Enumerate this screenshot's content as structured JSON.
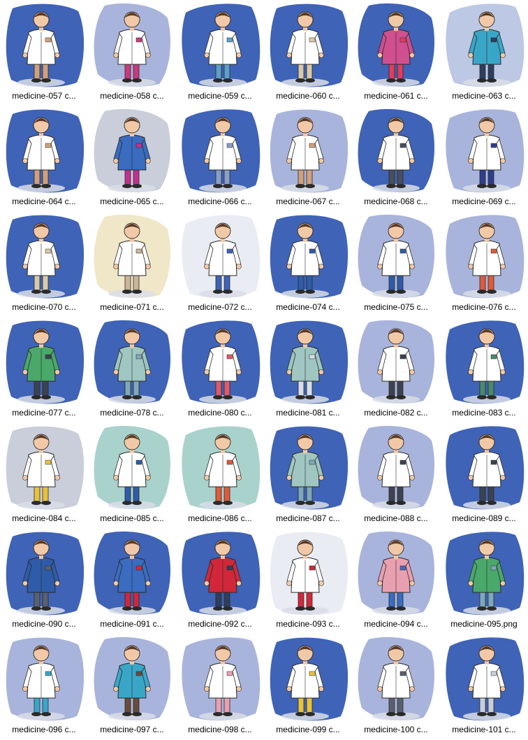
{
  "gallery": {
    "items": [
      {
        "label": "medicine-057 c...",
        "icon": "doctor-bandaging-patient-icon",
        "bg": "#3f63b6",
        "coat": "#ffffff",
        "accent": "#d1a07a"
      },
      {
        "label": "medicine-058 c...",
        "icon": "doctor-with-folder-icon",
        "bg": "#a9b4dc",
        "coat": "#ffffff",
        "accent": "#c93a7a"
      },
      {
        "label": "medicine-059 c...",
        "icon": "pharmacist-with-bottles-icon",
        "bg": "#3f63b6",
        "coat": "#ffffff",
        "accent": "#5aa0c8"
      },
      {
        "label": "medicine-060 c...",
        "icon": "doctor-with-skeleton-icon",
        "bg": "#3f63b6",
        "coat": "#ffffff",
        "accent": "#d8c9a8"
      },
      {
        "label": "medicine-061 c...",
        "icon": "elderly-woman-with-medicine-icon",
        "bg": "#3f63b6",
        "coat": "#cf4f8f",
        "accent": "#e23c5a"
      },
      {
        "label": "medicine-063 c...",
        "icon": "patient-bandaged-arm-icon",
        "bg": "#bcc8e4",
        "coat": "#3aa6c7",
        "accent": "#2f3e5c"
      },
      {
        "label": "medicine-064 c...",
        "icon": "doctor-injecting-patient-icon",
        "bg": "#3f63b6",
        "coat": "#ffffff",
        "accent": "#d1a07a"
      },
      {
        "label": "medicine-065 c...",
        "icon": "patient-being-helped-icon",
        "bg": "#c9ceda",
        "coat": "#3a6cc0",
        "accent": "#c42f8f"
      },
      {
        "label": "medicine-066 c...",
        "icon": "doctors-consulting-icon",
        "bg": "#3f63b6",
        "coat": "#ffffff",
        "accent": "#8aa0c8"
      },
      {
        "label": "medicine-067 c...",
        "icon": "doctor-with-stethoscope-icon",
        "bg": "#a9b4dc",
        "coat": "#ffffff",
        "accent": "#d1a07a"
      },
      {
        "label": "medicine-068 c...",
        "icon": "nurse-at-desk-icon",
        "bg": "#3f63b6",
        "coat": "#ffffff",
        "accent": "#4a4f5c"
      },
      {
        "label": "medicine-069 c...",
        "icon": "female-doctor-standing-icon",
        "bg": "#a9b4dc",
        "coat": "#ffffff",
        "accent": "#2f3e8c"
      },
      {
        "label": "medicine-070 c...",
        "icon": "doctor-with-skull-icon",
        "bg": "#3f63b6",
        "coat": "#ffffff",
        "accent": "#d8c9a8"
      },
      {
        "label": "medicine-071 c...",
        "icon": "doctor-with-anatomy-chart-icon",
        "bg": "#f0e6c8",
        "coat": "#ffffff",
        "accent": "#c9b59a"
      },
      {
        "label": "medicine-072 c...",
        "icon": "first-aid-scene-icon",
        "bg": "#e9ecf3",
        "coat": "#ffffff",
        "accent": "#3f63b6"
      },
      {
        "label": "medicine-074 c...",
        "icon": "nurse-taking-blood-pressure-icon",
        "bg": "#3f63b6",
        "coat": "#ffffff",
        "accent": "#2f5ca8"
      },
      {
        "label": "medicine-075 c...",
        "icon": "nurse-with-seated-patient-icon",
        "bg": "#a9b4dc",
        "coat": "#ffffff",
        "accent": "#2f5ca8"
      },
      {
        "label": "medicine-076 c...",
        "icon": "nurse-with-syringe-icon",
        "bg": "#a9b4dc",
        "coat": "#ffffff",
        "accent": "#e05a3a"
      },
      {
        "label": "medicine-077 c...",
        "icon": "surgeon-with-patient-icon",
        "bg": "#3f63b6",
        "coat": "#4aa86a",
        "accent": "#3d4250"
      },
      {
        "label": "medicine-078 c...",
        "icon": "surgeons-in-scrubs-icon",
        "bg": "#3f63b6",
        "coat": "#9fc6c0",
        "accent": "#7fa8b8"
      },
      {
        "label": "medicine-080 c...",
        "icon": "doctor-viewing-xray-icon",
        "bg": "#3f63b6",
        "coat": "#ffffff",
        "accent": "#e05a6a"
      },
      {
        "label": "medicine-081 c...",
        "icon": "surgical-team-icon",
        "bg": "#3f63b6",
        "coat": "#9fc6c0",
        "accent": "#d8dde6"
      },
      {
        "label": "medicine-082 c...",
        "icon": "doctor-walking-icon",
        "bg": "#a9b4dc",
        "coat": "#ffffff",
        "accent": "#3d4250"
      },
      {
        "label": "medicine-083 c...",
        "icon": "nurse-at-bedside-icon",
        "bg": "#3f63b6",
        "coat": "#ffffff",
        "accent": "#4a8a6a"
      },
      {
        "label": "medicine-084 c...",
        "icon": "paramedic-with-stretcher-icon",
        "bg": "#c9ceda",
        "coat": "#ffffff",
        "accent": "#e8c23a"
      },
      {
        "label": "medicine-085 c...",
        "icon": "doctor-talking-with-patient-icon",
        "bg": "#a9d2cc",
        "coat": "#ffffff",
        "accent": "#2f5ca8"
      },
      {
        "label": "medicine-086 c...",
        "icon": "doctor-at-desk-icon",
        "bg": "#a9d2cc",
        "coat": "#ffffff",
        "accent": "#e05a3a"
      },
      {
        "label": "medicine-087 c...",
        "icon": "surgeon-washing-hands-icon",
        "bg": "#3f63b6",
        "coat": "#9fc6c0",
        "accent": "#7fa8b8"
      },
      {
        "label": "medicine-088 c...",
        "icon": "senior-doctor-standing-icon",
        "bg": "#a9b4dc",
        "coat": "#ffffff",
        "accent": "#3d4250"
      },
      {
        "label": "medicine-089 c...",
        "icon": "doctor-gesturing-icon",
        "bg": "#3f63b6",
        "coat": "#ffffff",
        "accent": "#3d4250"
      },
      {
        "label": "medicine-090 c...",
        "icon": "man-reading-document-icon",
        "bg": "#3f63b6",
        "coat": "#2f5ca8",
        "accent": "#5a6070"
      },
      {
        "label": "medicine-091 c...",
        "icon": "patient-on-exam-table-icon",
        "bg": "#3f63b6",
        "coat": "#3a6cc0",
        "accent": "#d0283a"
      },
      {
        "label": "medicine-092 c...",
        "icon": "patient-with-arm-sling-icon",
        "bg": "#3f63b6",
        "coat": "#d0283a",
        "accent": "#2f3e5c"
      },
      {
        "label": "medicine-093 c...",
        "icon": "doctor-in-ward-icon",
        "bg": "#e9ecf3",
        "coat": "#ffffff",
        "accent": "#d0283a"
      },
      {
        "label": "medicine-094 c...",
        "icon": "mother-with-baby-icon",
        "bg": "#a9b4dc",
        "coat": "#e8a0b0",
        "accent": "#3a6cc0"
      },
      {
        "label": "medicine-095.png",
        "icon": "nurse-in-scrubs-icon",
        "bg": "#3f63b6",
        "coat": "#4aa86a",
        "accent": "#7fa8b8"
      },
      {
        "label": "medicine-096 c...",
        "icon": "female-doctor-with-tablet-icon",
        "bg": "#a9b4dc",
        "coat": "#ffffff",
        "accent": "#3aa6c7"
      },
      {
        "label": "medicine-097 c...",
        "icon": "patient-in-bed-icon",
        "bg": "#a9b4dc",
        "coat": "#3aa6c7",
        "accent": "#6a4a3a"
      },
      {
        "label": "medicine-098 c...",
        "icon": "nurse-with-child-patient-icon",
        "bg": "#a9b4dc",
        "coat": "#ffffff",
        "accent": "#e8a0b0"
      },
      {
        "label": "medicine-099 c...",
        "icon": "doctor-with-girl-icon",
        "bg": "#3f63b6",
        "coat": "#ffffff",
        "accent": "#e8c23a"
      },
      {
        "label": "medicine-100 c...",
        "icon": "scientist-with-microscope-icon",
        "bg": "#a9b4dc",
        "coat": "#ffffff",
        "accent": "#5a6070"
      },
      {
        "label": "medicine-101 c...",
        "icon": "nurse-with-equipment-icon",
        "bg": "#3f63b6",
        "coat": "#ffffff",
        "accent": "#c9ced8"
      }
    ]
  }
}
